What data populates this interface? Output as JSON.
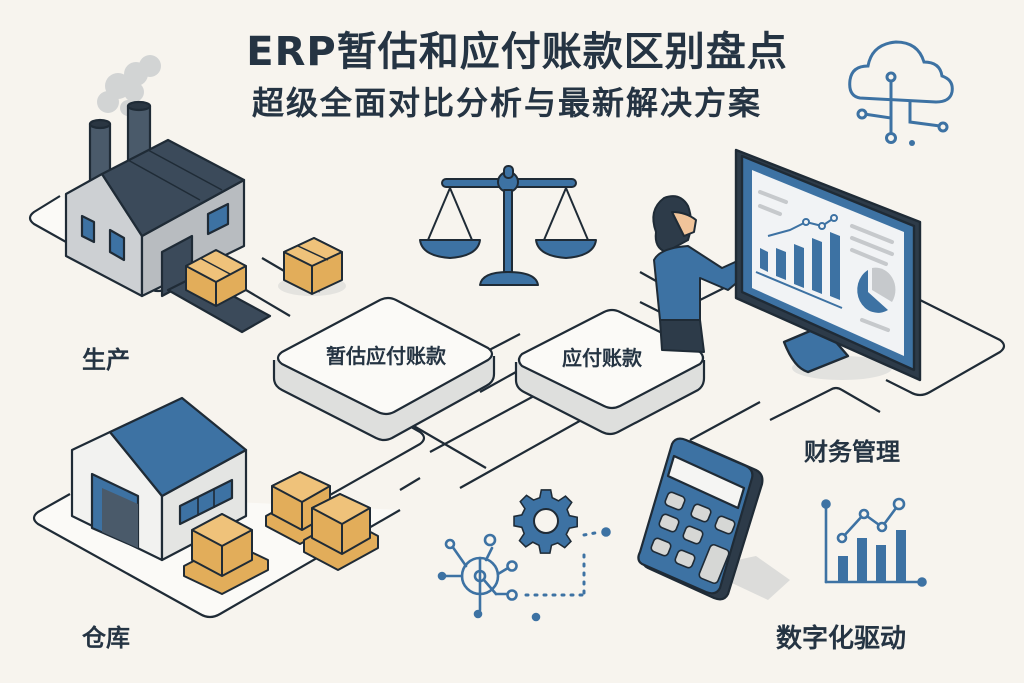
{
  "title": {
    "main": "ERP暂估和应付账款区别盘点",
    "subtitle": "超级全面对比分析与最新解决方案"
  },
  "nodes": {
    "estimated_payable": "暂估应付账款",
    "accounts_payable": "应付账款"
  },
  "sections": {
    "production": "生产",
    "warehouse": "仓库",
    "finance": "财务管理",
    "digital": "数字化驱动"
  },
  "icons": {
    "factory": "factory-icon",
    "warehouse": "warehouse-icon",
    "scale": "balance-scale-icon",
    "cloud": "cloud-network-icon",
    "monitor": "monitor-dashboard-icon",
    "person": "analyst-person-icon",
    "calculator": "calculator-icon",
    "gear": "gear-icon",
    "network": "network-hub-icon",
    "growth_chart": "growth-chart-icon",
    "box": "cardboard-box-icon"
  },
  "colors": {
    "background": "#f7f4ee",
    "text_dark": "#253443",
    "primary_blue": "#3d72a3",
    "dark_slate": "#3b4a5a",
    "box_orange": "#e2ad5a",
    "platform_white": "#fbfaf7",
    "outline": "#1f2b36",
    "light_gray": "#cfd1d2"
  }
}
